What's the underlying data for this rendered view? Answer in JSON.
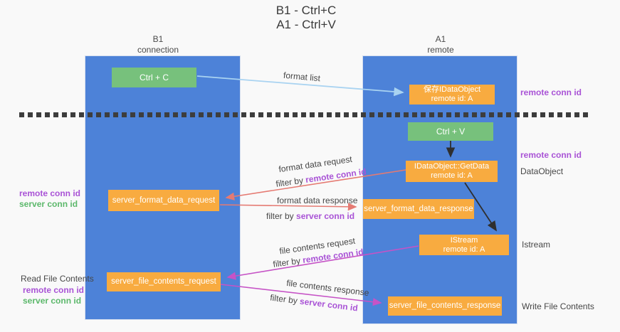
{
  "title": {
    "line1": "B1 - Ctrl+C",
    "line2": "A1 - Ctrl+V"
  },
  "lanes": {
    "left": {
      "name": "B1",
      "role": "connection"
    },
    "right": {
      "name": "A1",
      "role": "remote"
    }
  },
  "boxes": {
    "ctrl_c": {
      "label": "Ctrl + C"
    },
    "save_idataobject": {
      "line1": "保存IDataObject",
      "line2": "remote id: A"
    },
    "ctrl_v": {
      "label": "Ctrl + V"
    },
    "getdata": {
      "line1": "IDataObject::GetData",
      "line2": "remote id: A"
    },
    "format_request": {
      "label": "server_format_data_request"
    },
    "format_response": {
      "label": "server_format_data_response"
    },
    "istream": {
      "line1": "IStream",
      "line2": "remote id: A"
    },
    "file_request": {
      "label": "server_file_contents_request"
    },
    "file_response": {
      "label": "server_file_contents_response"
    }
  },
  "arrows": {
    "format_list": {
      "label": "format list"
    },
    "format_request": {
      "label": "format data request",
      "filter_prefix": "filter by ",
      "filter_key": "remote conn id"
    },
    "format_response": {
      "label": "format data response",
      "filter_prefix": "filter by ",
      "filter_key": "server conn id"
    },
    "file_request": {
      "label": "file contents request",
      "filter_prefix": "filter by ",
      "filter_key": "remote conn id"
    },
    "file_response": {
      "label": "file contents response",
      "filter_prefix": "filter by ",
      "filter_key": "server conn id"
    }
  },
  "annotations": {
    "remote_conn_id_top_right": "remote conn id",
    "remote_conn_id_mid_right": "remote conn id",
    "dataobject": "DataObject",
    "istream": "Istream",
    "write_file_contents": "Write File Contents",
    "format_left_remote": "remote conn id",
    "format_left_server": "server conn id",
    "read_file_contents": "Read File Contents",
    "file_left_remote": "remote conn id",
    "file_left_server": "server conn id"
  },
  "colors": {
    "lane_blue": "#4d82d8",
    "box_green": "#77c17c",
    "box_orange": "#f8ab40",
    "arrow_salmon": "#e57a72",
    "arrow_magenta": "#c653c6",
    "arrow_lightblue": "#a9d3f1",
    "arrow_black": "#2f2f2f",
    "text_purple": "#a953d6",
    "text_green": "#5cb86b",
    "background": "#f9f9f9"
  }
}
